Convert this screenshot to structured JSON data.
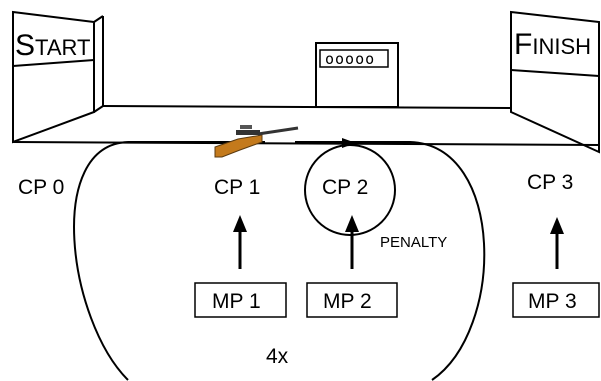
{
  "start_sign": {
    "first": "S",
    "rest": "TART"
  },
  "finish_sign": {
    "first": "F",
    "rest": "INISH"
  },
  "scoreboard": {
    "display": "ooooo"
  },
  "checkpoints": [
    "CP 0",
    "CP 1",
    "CP 2",
    "CP 3"
  ],
  "measure_points": [
    "MP 1",
    "MP 2",
    "MP 3"
  ],
  "penalty_label": "PENALTY",
  "laps_label": "4x"
}
